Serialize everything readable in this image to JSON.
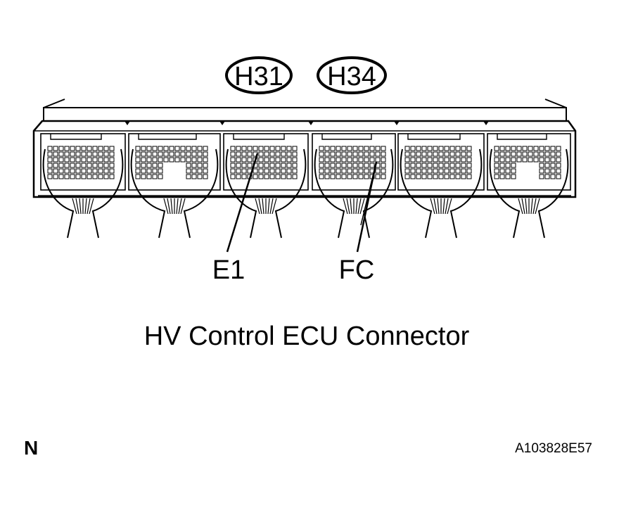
{
  "connectors": {
    "left": "H31",
    "right": "H34"
  },
  "pins": {
    "left": "E1",
    "right": "FC"
  },
  "caption": "HV Control ECU Connector",
  "corner_mark": "N",
  "figure_code": "A103828E57"
}
